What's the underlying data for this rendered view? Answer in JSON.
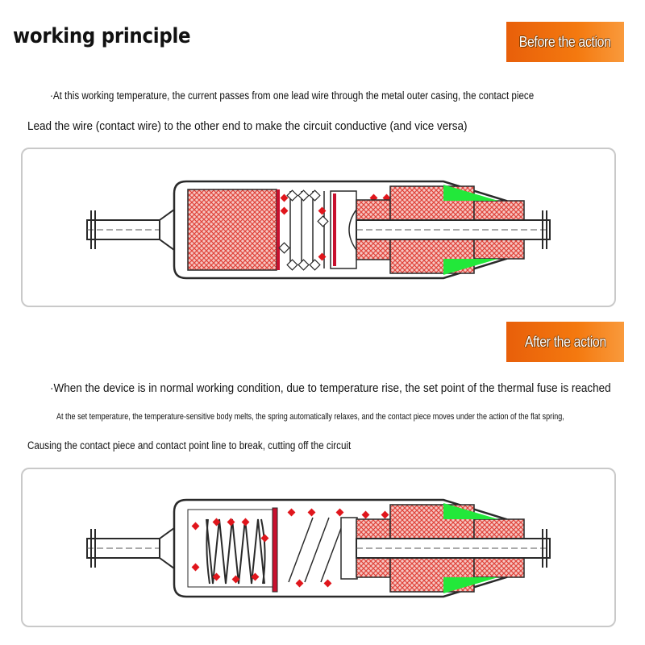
{
  "page": {
    "title": "working principle"
  },
  "before": {
    "badge": "Before the action",
    "line1": "·At this working temperature, the current passes from one lead wire through the metal outer casing, the contact piece",
    "line2": "Lead the wire (contact wire) to the other end to make the circuit conductive (and vice versa)"
  },
  "after": {
    "badge": "After the action",
    "line1": "·When the device is in normal working condition, due to temperature rise, the set point of the thermal fuse is reached",
    "line2": "At the set temperature, the temperature-sensitive body melts, the spring automatically relaxes, and the contact piece moves under the action of the flat spring,",
    "line3": "Causing the contact piece and contact point line to break, cutting off the circuit"
  },
  "colors": {
    "accent": "#f27a12",
    "hatch": "#e0453c",
    "contact_red": "#c8102e",
    "green_seal": "#22e83a",
    "outline": "#2a2a2a",
    "panel_border": "#c9c9c9"
  }
}
